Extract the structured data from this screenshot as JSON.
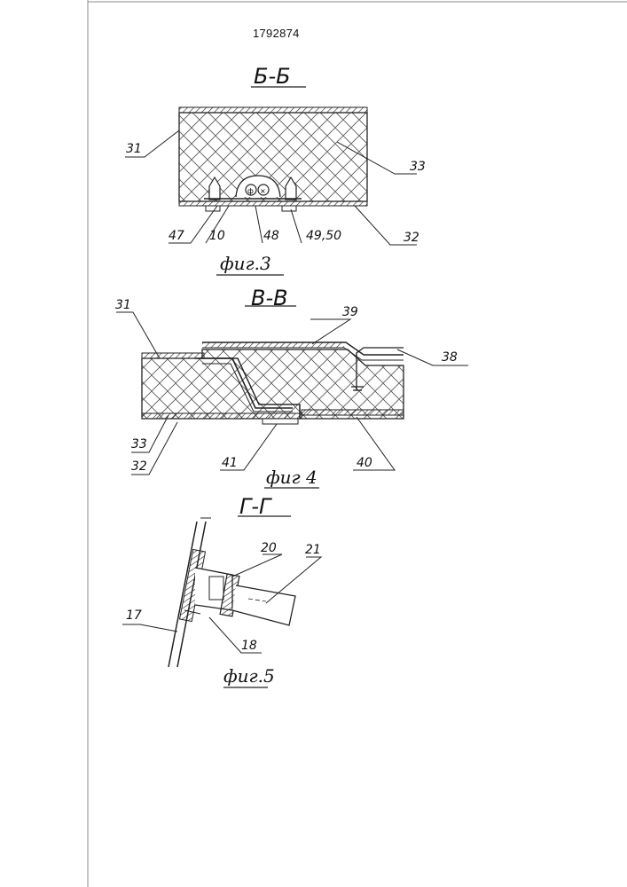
{
  "patent_number": "1792874",
  "figures": {
    "fig3": {
      "section": "Б-Б",
      "caption": "фиг.3",
      "labels": [
        "31",
        "33",
        "47",
        "10",
        "48",
        "49,50",
        "32"
      ]
    },
    "fig4": {
      "section": "В-В",
      "caption": "фиг 4",
      "labels": [
        "31",
        "39",
        "38",
        "33",
        "32",
        "41",
        "40"
      ]
    },
    "fig5": {
      "section": "Г-Г",
      "caption": "фиг.5",
      "labels": [
        "20",
        "21",
        "17",
        "18"
      ]
    }
  }
}
